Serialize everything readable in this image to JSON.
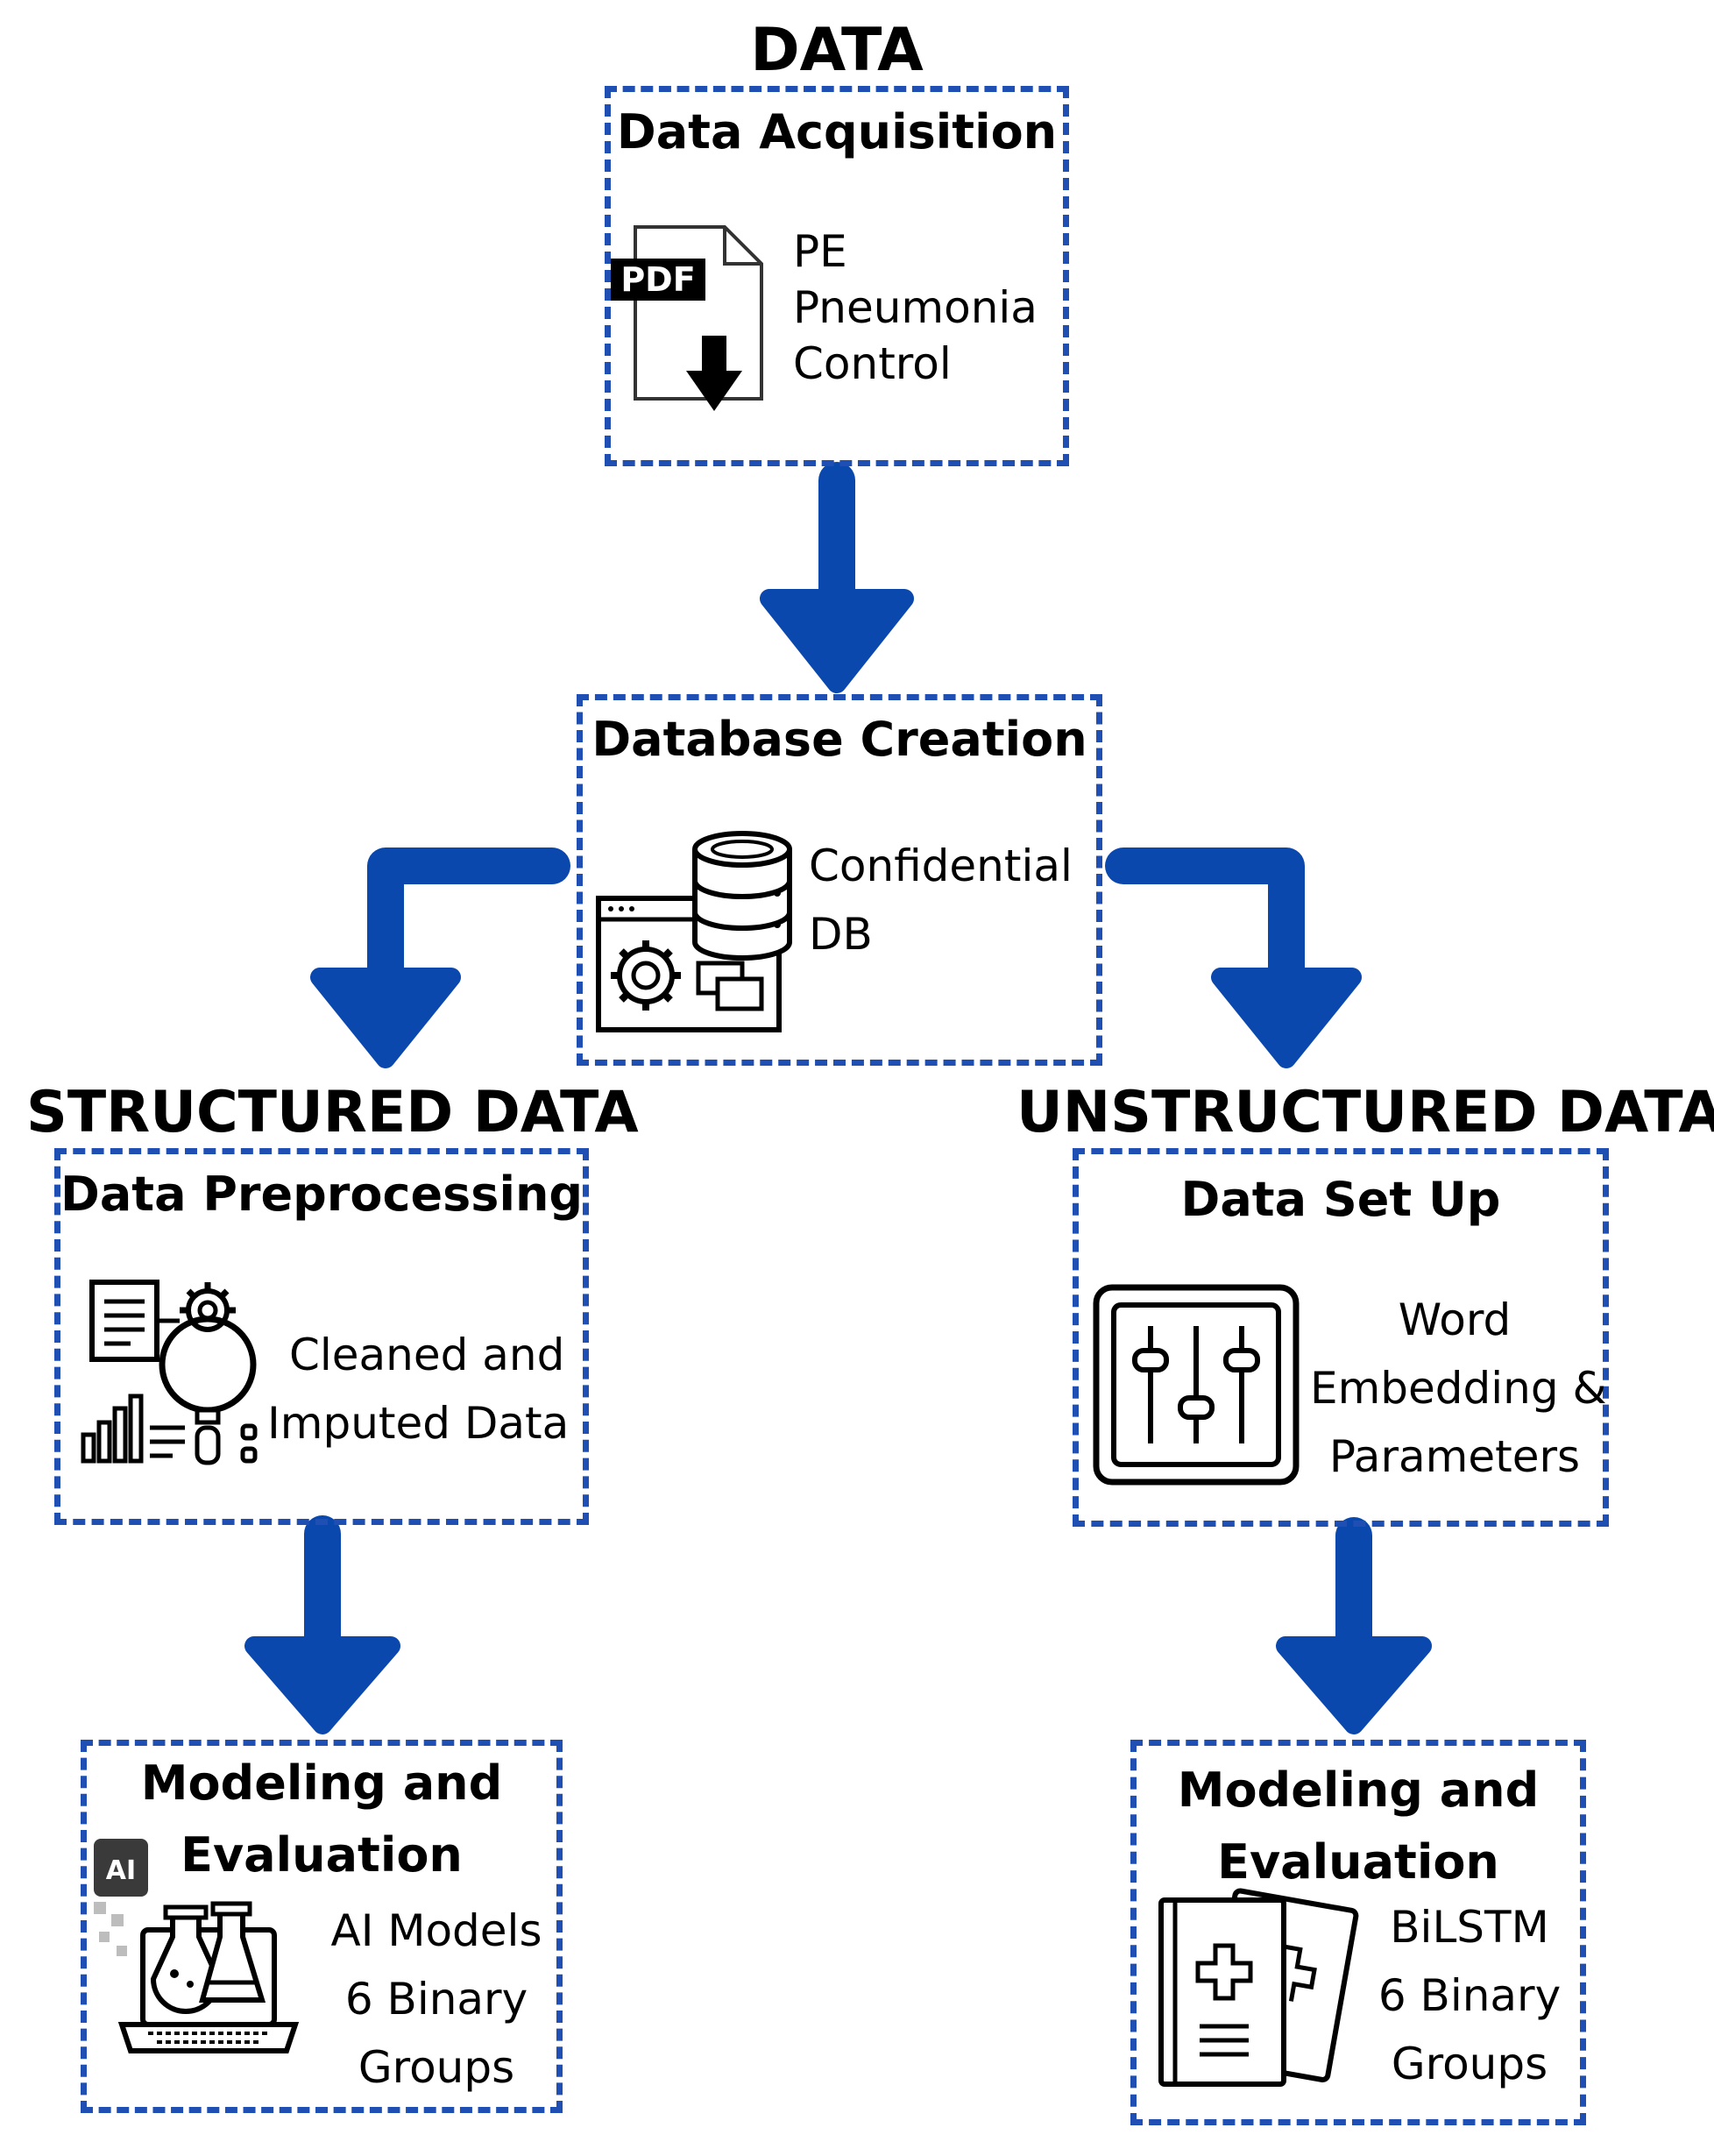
{
  "title": "DATA",
  "branches": {
    "structured": "STRUCTURED DATA",
    "unstructured": "UNSTRUCTURED DATA"
  },
  "acquisition": {
    "title": "Data Acquisition",
    "items": [
      "PE",
      "Pneumonia",
      "Control"
    ],
    "icon": "pdf-download-icon",
    "icon_label": "PDF"
  },
  "database": {
    "title": "Database Creation",
    "lines": [
      "Confidential",
      "DB"
    ],
    "icon": "database-settings-icon"
  },
  "preprocessing": {
    "title": "Data Preprocessing",
    "lines": [
      "Cleaned and",
      "Imputed Data"
    ],
    "icon": "data-analysis-icon"
  },
  "setup": {
    "title": "Data Set Up",
    "lines": [
      "Word",
      "Embedding &",
      "Parameters"
    ],
    "icon": "sliders-icon"
  },
  "modeling_structured": {
    "title_lines": [
      "Modeling and",
      "Evaluation"
    ],
    "lines": [
      "AI Models",
      "6 Binary",
      "Groups"
    ],
    "icon": "ai-lab-laptop-icon",
    "icon_label": "AI"
  },
  "modeling_unstructured": {
    "title_lines": [
      "Modeling and",
      "Evaluation"
    ],
    "lines": [
      "BiLSTM",
      "6 Binary",
      "Groups"
    ],
    "icon": "medical-records-icon"
  },
  "colors": {
    "arrow": "#0b48ad",
    "box_border": "#1f4fb2",
    "text": "#000000"
  }
}
